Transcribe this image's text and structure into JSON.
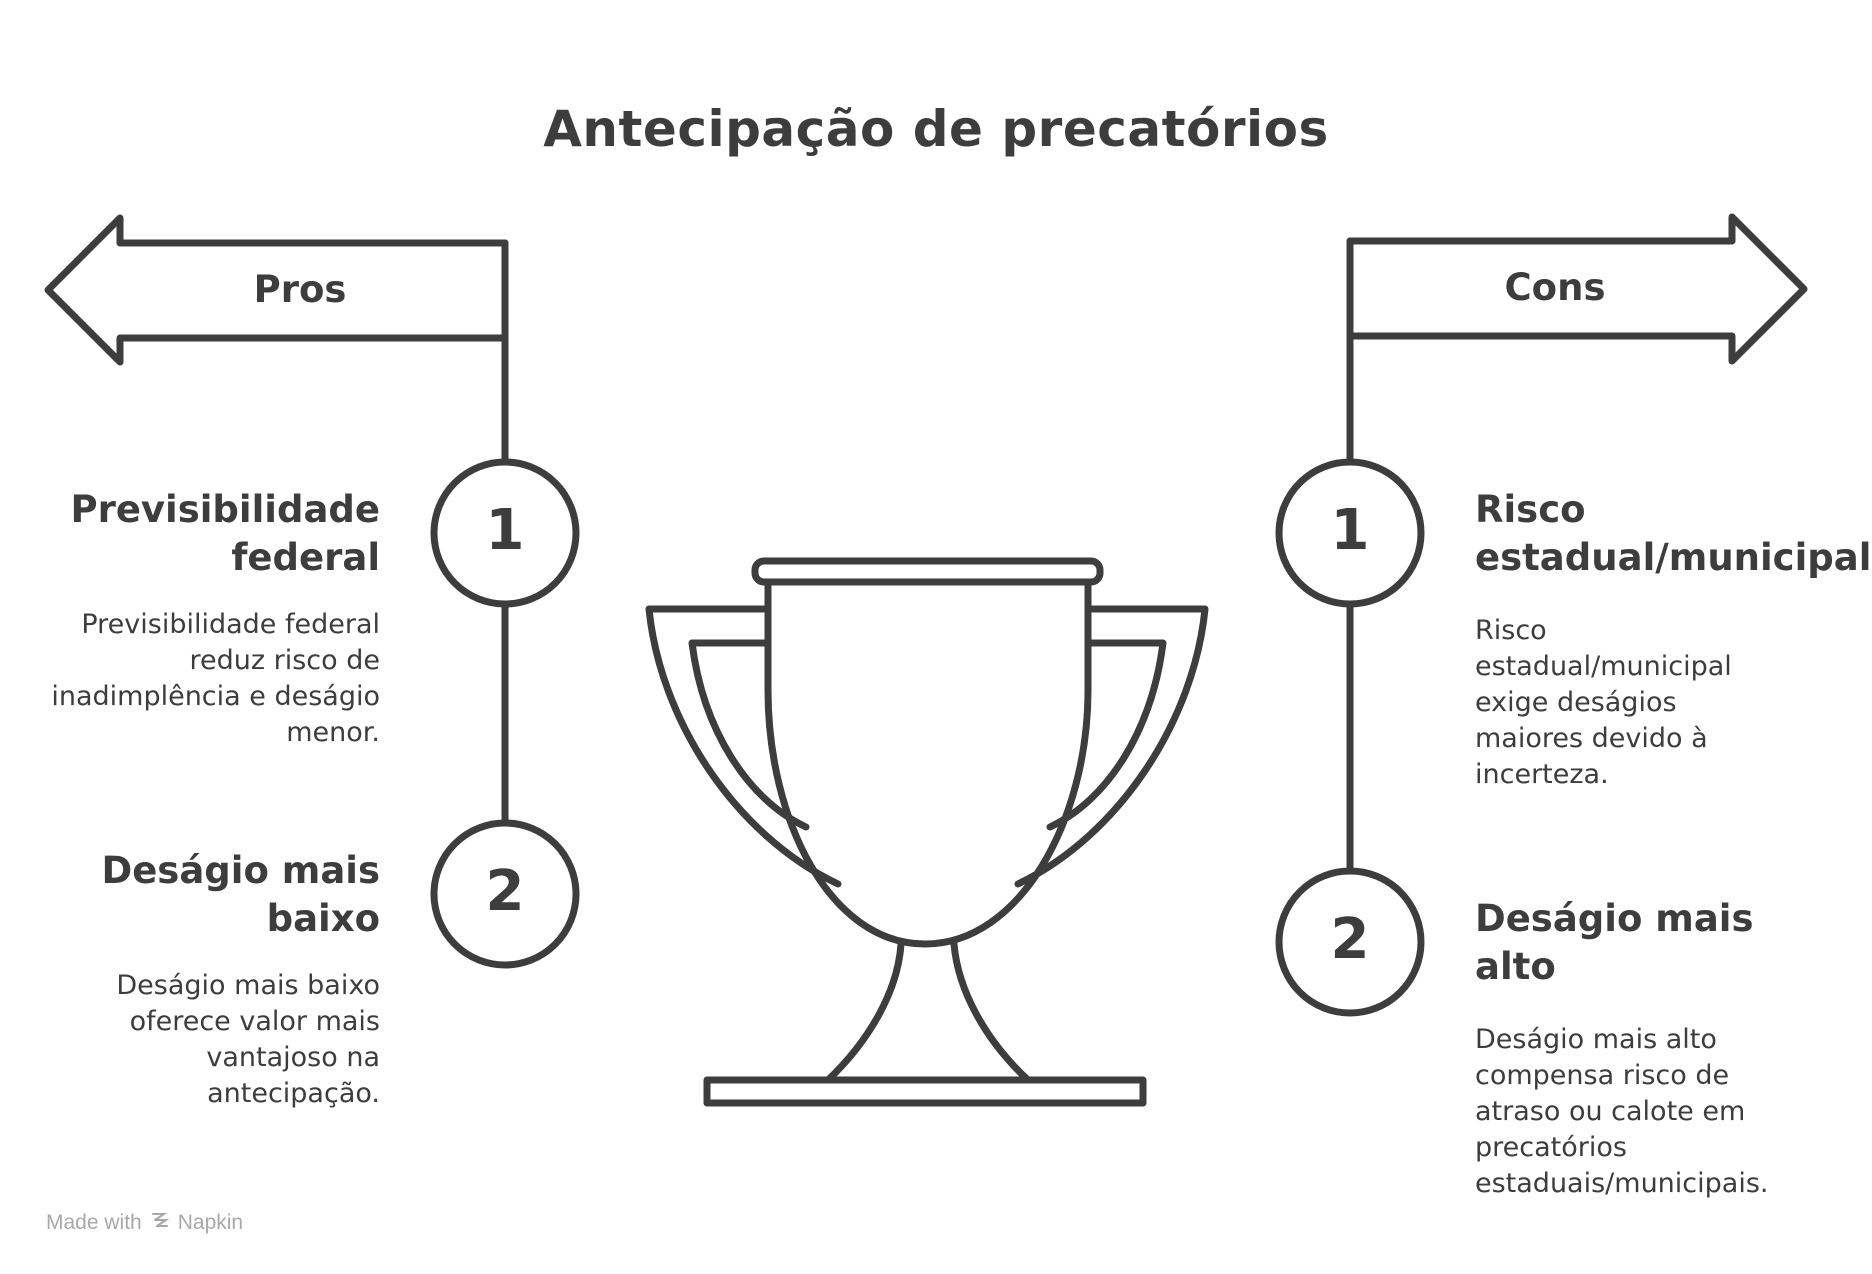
{
  "title": "Antecipação de precatórios",
  "pros": {
    "label": "Pros",
    "items": [
      {
        "number": "1",
        "title": "Previsibilidade federal",
        "description": "Previsibilidade federal reduz risco de inadimplência e deságio menor."
      },
      {
        "number": "2",
        "title": "Deságio mais baixo",
        "description": "Deságio mais baixo oferece valor mais vantajoso na antecipação."
      }
    ]
  },
  "cons": {
    "label": "Cons",
    "items": [
      {
        "number": "1",
        "title": "Risco estadual/municipal",
        "description": "Risco estadual/municipal exige deságios maiores devido à incerteza."
      },
      {
        "number": "2",
        "title": "Deságio mais alto",
        "description": "Deságio mais alto compensa risco de atraso ou calote em precatórios estaduais/municipais."
      }
    ]
  },
  "footer": {
    "made_with": "Made with",
    "brand": "Napkin"
  },
  "icons": {
    "center": "trophy-icon",
    "footer": "napkin-logo-icon"
  },
  "colors": {
    "stroke": "#3d3d3d",
    "footer_text": "#a8a8a8",
    "background": "#ffffff"
  }
}
